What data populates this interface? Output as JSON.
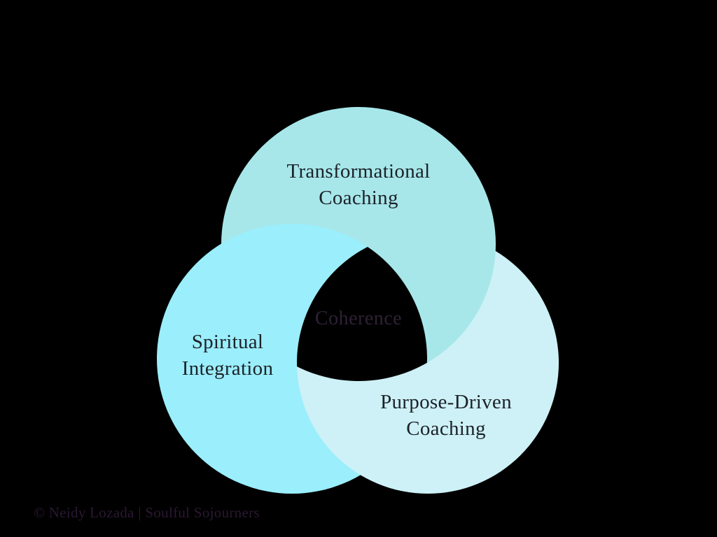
{
  "page": {
    "background": "#000000"
  },
  "diagram": {
    "type": "venn",
    "style": "interlocking-three-circle",
    "circles": [
      {
        "id": "top",
        "label": "Transformational\nCoaching",
        "color": "#a7e7ea"
      },
      {
        "id": "left",
        "label": "Spiritual\nIntegration",
        "color": "#9beefb"
      },
      {
        "id": "right",
        "label": "Purpose-Driven\nCoaching",
        "color": "#cdf1f6"
      }
    ],
    "overlaps": {
      "top_left": "#9beefb",
      "top_right": "#a7e7ea",
      "left_right": "#cdf1f6",
      "center_fill": "#000000"
    },
    "center_label": {
      "text": "Coherence",
      "color": "#2e2135"
    },
    "label_color": "#1c2228"
  },
  "footer": {
    "copyright": "© Neidy Lozada | Soulful Sojourners",
    "color": "#2b1832"
  }
}
